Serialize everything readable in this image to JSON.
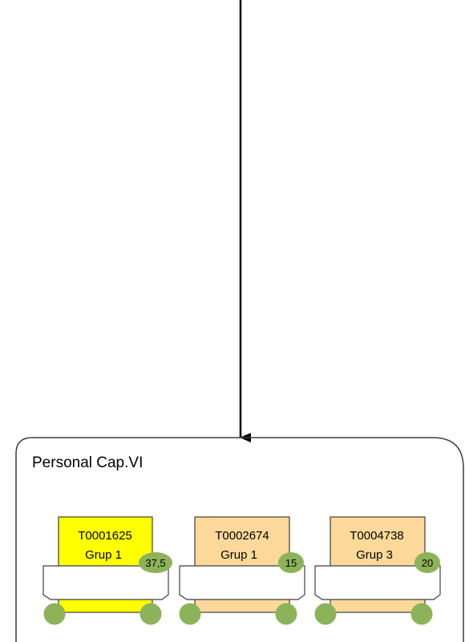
{
  "container": {
    "title": "Personal Cap.VI"
  },
  "cards": [
    {
      "id": "T0001625",
      "group": "Grup 1",
      "value": "37,5",
      "fill": "#FFFF00",
      "highlighted": true
    },
    {
      "id": "T0002674",
      "group": "Grup 1",
      "value": "15",
      "fill": "#FCD99A",
      "highlighted": false
    },
    {
      "id": "T0004738",
      "group": "Grup 3",
      "value": "20",
      "fill": "#FCD99A",
      "highlighted": false
    }
  ],
  "colors": {
    "badge": "#8DB35A",
    "border": "#3F3F3F",
    "arrow": "#000000"
  }
}
